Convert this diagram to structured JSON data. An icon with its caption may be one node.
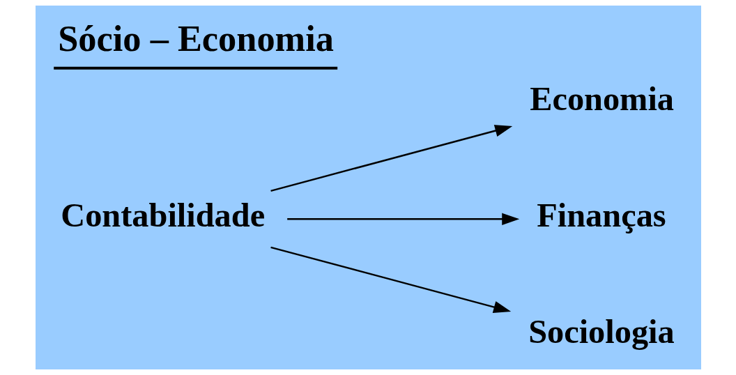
{
  "diagram": {
    "title": "Sócio – Economia",
    "nodes": [
      {
        "text": [
          "Contabilidade"
        ]
      },
      {
        "text": [
          "Economia"
        ]
      },
      {
        "text": [
          "Finanças"
        ]
      },
      {
        "text": [
          "Sociologia"
        ]
      }
    ],
    "edges": [
      {
        "from": 0,
        "to": 1,
        "arrow": "to"
      },
      {
        "from": 0,
        "to": 2,
        "arrow": "to"
      },
      {
        "from": 0,
        "to": 3,
        "arrow": "to"
      }
    ]
  }
}
